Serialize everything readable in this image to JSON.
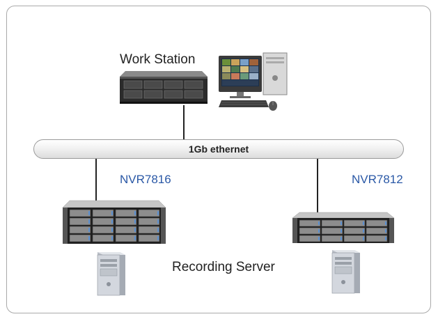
{
  "diagram": {
    "network_label": "1Gb ethernet",
    "workstation": {
      "label": "Work Station"
    },
    "nvr_left": {
      "label": "NVR7816"
    },
    "nvr_right": {
      "label": "NVR7812"
    },
    "recording_server": {
      "label": "Recording Server"
    }
  },
  "colors": {
    "nvr_label": "#2a58a6",
    "frame_border": "#a9a9a9",
    "text": "#222222"
  }
}
